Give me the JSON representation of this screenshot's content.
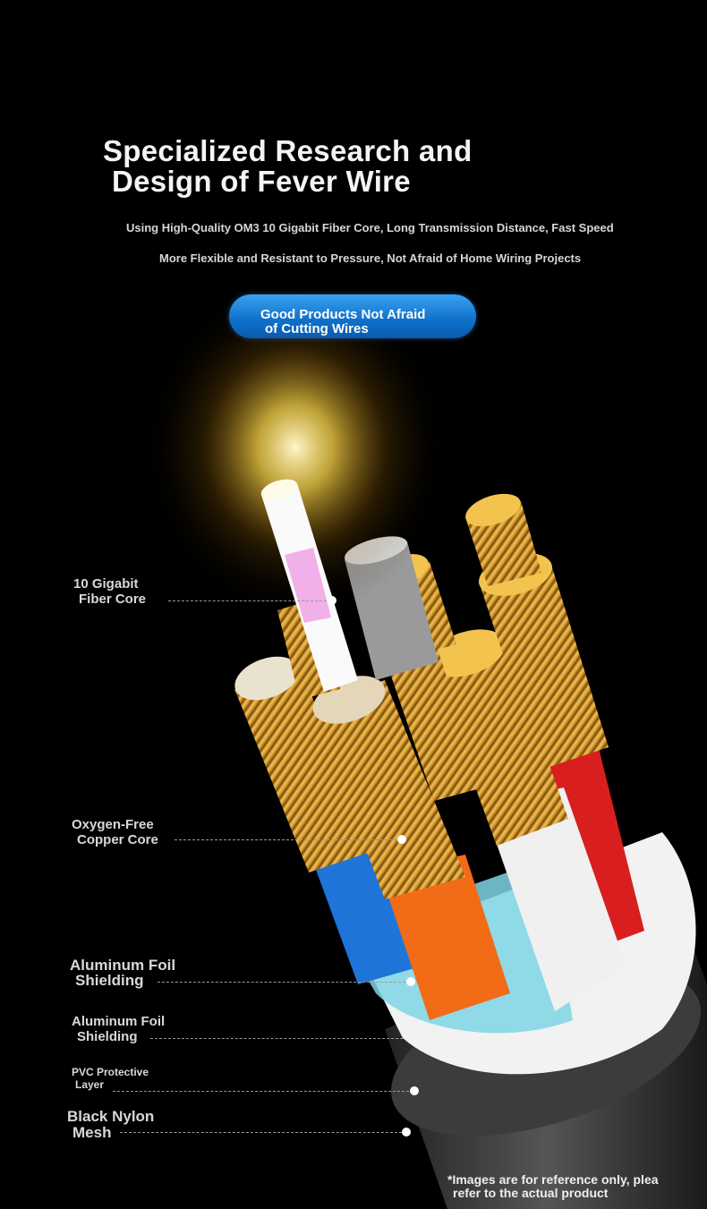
{
  "heading": {
    "line1": "Specialized Research and",
    "line2": "Design of Fever Wire"
  },
  "subtitles": {
    "line1": "Using High-Quality OM3 10 Gigabit Fiber Core, Long Transmission Distance, Fast Speed",
    "line2": "More Flexible and Resistant to Pressure, Not Afraid of Home Wiring Projects"
  },
  "badge": {
    "line1": "Good Products Not Afraid",
    "line2": "of Cutting Wires",
    "color": "#1a7fd6"
  },
  "callouts": [
    {
      "line1": "10 Gigabit",
      "line2": "Fiber Core"
    },
    {
      "line1": "Oxygen-Free",
      "line2": "Copper Core"
    },
    {
      "line1": "Aluminum Foil",
      "line2": "Shielding"
    },
    {
      "line1": "Aluminum Foil",
      "line2": "Shielding"
    },
    {
      "line1": "PVC Protective",
      "line2": "Layer"
    },
    {
      "line1": "Black Nylon",
      "line2": "Mesh"
    }
  ],
  "disclaimer": {
    "line1": "*Images are for reference only, plea",
    "line2": "refer to the actual product"
  },
  "colors": {
    "background": "#000000",
    "copper": "#d9a233",
    "red_jacket": "#d81e1e",
    "blue_jacket": "#1f74d8",
    "orange_jacket": "#f26b16",
    "white_jacket": "#f2f2f2",
    "foil": "#7fd6e6"
  }
}
